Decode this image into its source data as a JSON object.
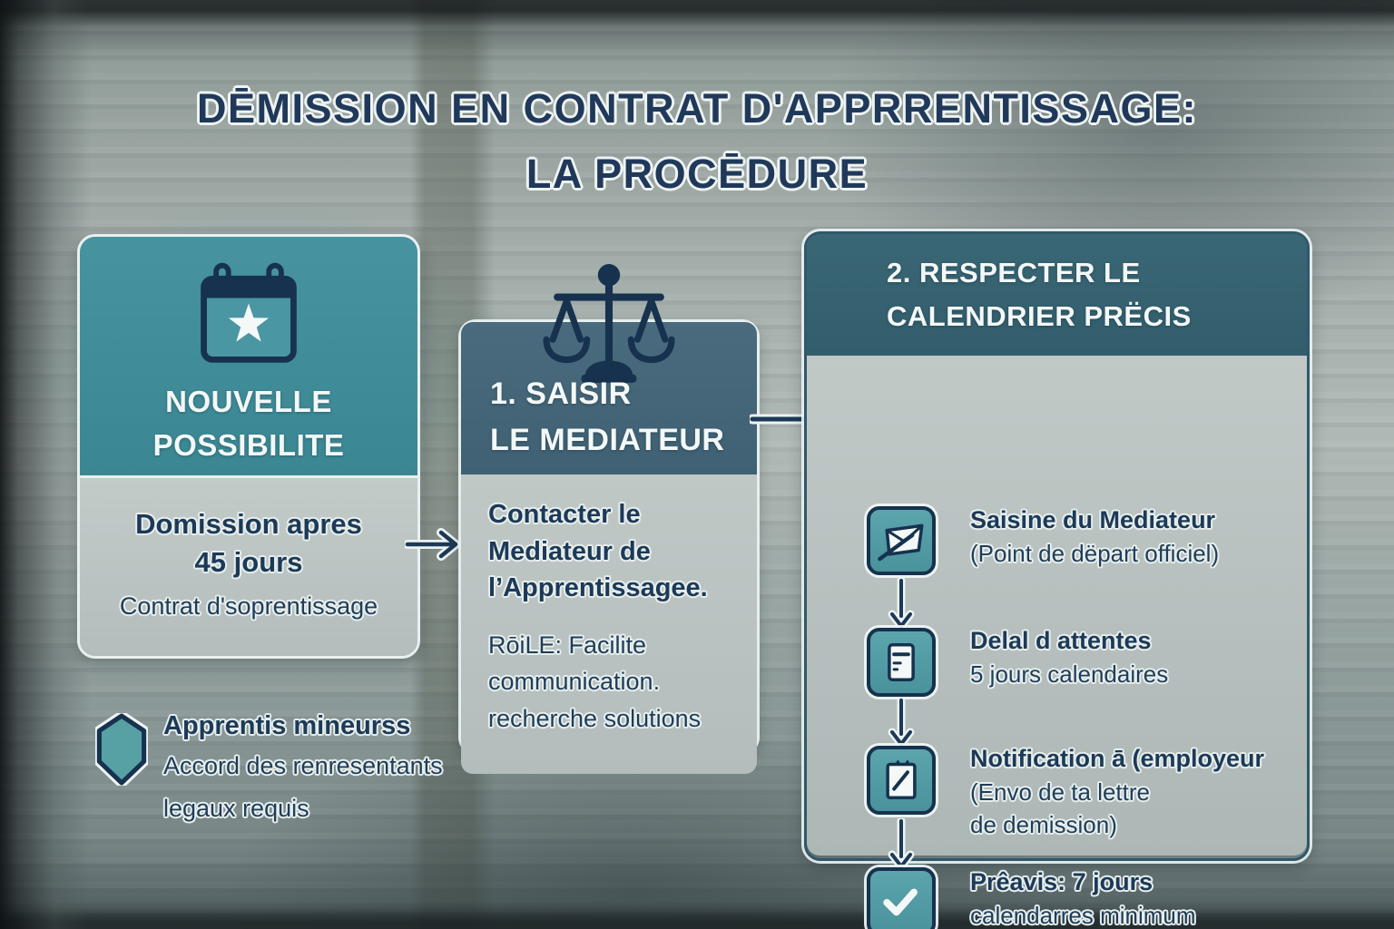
{
  "title": {
    "line1": "DĒMISSION EN CONTRAT D'APPRRENTISSAGE:",
    "line2": "LA PROCĒDURE"
  },
  "colors": {
    "teal_header": "#3f8d99",
    "slate_header": "#44677a",
    "dark_teal_header": "#35616f",
    "navy_text": "#1c3a57",
    "card_body_gray": "#bcc4c3",
    "icon_fill_teal": "#509aa4",
    "white_text": "#f3f8f7"
  },
  "left_card": {
    "icon": "calendar-star-icon",
    "header_line1": "NOUVELLE",
    "header_line2": "POSSIBILITE",
    "body_bold_line1": "Domission apres",
    "body_bold_line2": "45 jours",
    "body_subtext": "Contrat d'soprentissage"
  },
  "middle_card": {
    "icon": "scales-of-justice-icon",
    "header_line1": "1. SAISIR",
    "header_line2": "LE MEDIATEUR",
    "paragraph1": "Contacter le Mediateur de l’Apprentissagee.",
    "paragraph2_line1": "RōiLE: Facilite",
    "paragraph2_line2": "communication.",
    "paragraph2_line3": "recherche solutions"
  },
  "right_card": {
    "header_line1": "2. RESPECTER LE",
    "header_line2": "CALENDRIER PRËCIS",
    "steps": [
      {
        "icon": "envelope-send-icon",
        "title": "Saisine du Mediateur",
        "line1": "(Point de dëpart officiel)",
        "line2": ""
      },
      {
        "icon": "document-icon",
        "title": "Delal d attentes",
        "line1": "5 jours calendaires",
        "line2": ""
      },
      {
        "icon": "clipboard-pencil-icon",
        "title": "Notification ā (employeur",
        "line1": "(Envo  de ta lettre",
        "line2": "de demission)"
      },
      {
        "icon": "checkmark-icon",
        "title": "Prêavis: 7 jours",
        "line1": "calendarres minimum",
        "line2": ""
      }
    ]
  },
  "note": {
    "icon": "hexagon-icon",
    "title": "Apprentis mineurss",
    "line1": "Accord des renresentants",
    "line2": "legaux requis"
  }
}
